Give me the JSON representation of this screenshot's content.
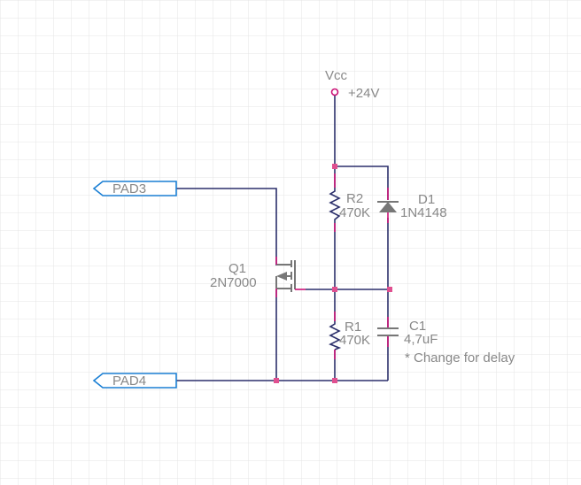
{
  "schematic": {
    "power": {
      "name": "Vcc",
      "value": "+24V"
    },
    "ports": [
      {
        "id": "pad3",
        "label": "PAD3"
      },
      {
        "id": "pad4",
        "label": "PAD4"
      }
    ],
    "components": {
      "r2": {
        "ref": "R2",
        "value": "470K"
      },
      "r1": {
        "ref": "R1",
        "value": "470K"
      },
      "d1": {
        "ref": "D1",
        "value": "1N4148"
      },
      "c1": {
        "ref": "C1",
        "value": "4,7uF"
      },
      "q1": {
        "ref": "Q1",
        "value": "2N7000"
      }
    },
    "note": "* Change for delay",
    "colors": {
      "grid": "#e4e4e4",
      "wire": "#2b2f6b",
      "pin": "#cc1177",
      "port": "#1a7fd4",
      "label": "#888888"
    }
  }
}
